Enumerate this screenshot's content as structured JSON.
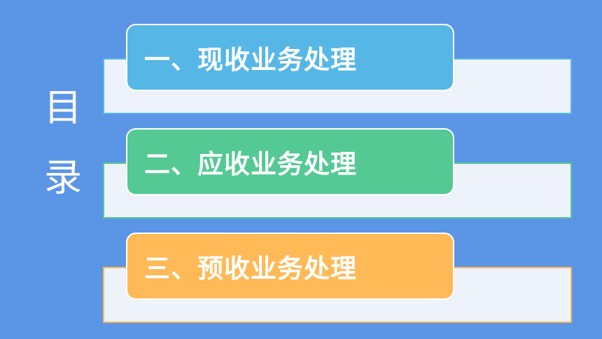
{
  "title": {
    "char1": "目",
    "char2": "录"
  },
  "items": [
    {
      "label": "一、现收业务处理",
      "color": "#56b7e6"
    },
    {
      "label": "二、应收业务处理",
      "color": "#55c993"
    },
    {
      "label": "三、预收业务处理",
      "color": "#ffb957"
    }
  ],
  "colors": {
    "background": "#5b95e6",
    "panel": "#eef2fb"
  }
}
